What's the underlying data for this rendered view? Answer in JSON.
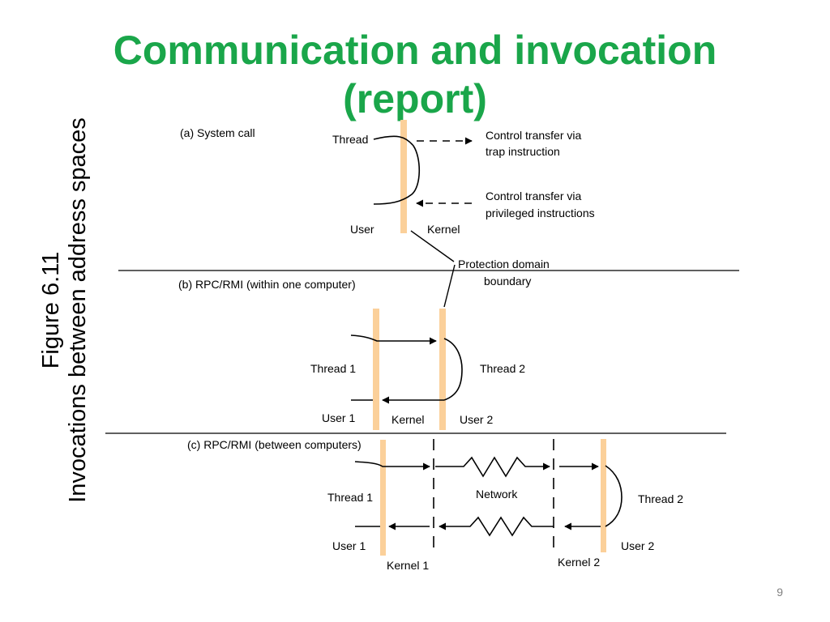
{
  "slide": {
    "title_line1": "Communication and invocation",
    "title_line2": "(report)",
    "figure_caption": "Figure 6.11",
    "figure_subtitle": "Invocations between address spaces",
    "page_number": "9"
  },
  "diagram": {
    "panel_a": {
      "caption": "(a) System call",
      "thread": "Thread",
      "note_trap_line1": "Control transfer via",
      "note_trap_line2": "trap instruction",
      "note_priv_line1": "Control transfer via",
      "note_priv_line2": "privileged instructions",
      "user": "User",
      "kernel": "Kernel"
    },
    "boundary_label_line1": "Protection domain",
    "boundary_label_line2": "boundary",
    "panel_b": {
      "caption": "(b) RPC/RMI (within one computer)",
      "thread1": "Thread 1",
      "thread2": "Thread 2",
      "user1": "User 1",
      "kernel": "Kernel",
      "user2": "User 2"
    },
    "panel_c": {
      "caption": "(c) RPC/RMI (between computers)",
      "thread1": "Thread 1",
      "network": "Network",
      "thread2": "Thread 2",
      "user1": "User 1",
      "user2": "User 2",
      "kernel1": "Kernel 1",
      "kernel2": "Kernel 2"
    }
  },
  "colors": {
    "title": "#1aa64a",
    "boundary_bar": "#fbd09a",
    "line": "#000000",
    "page_number": "#808080"
  }
}
